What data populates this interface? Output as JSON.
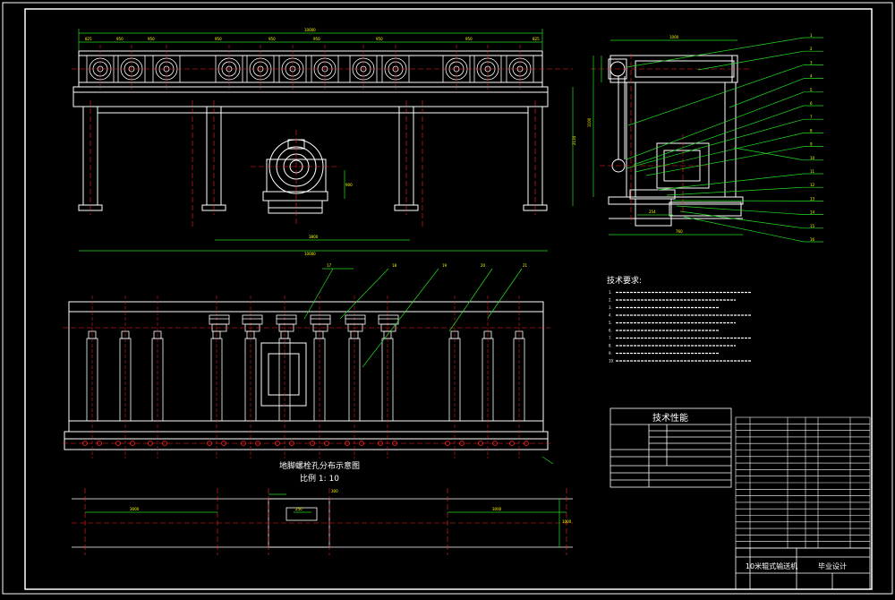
{
  "drawing": {
    "colors": {
      "background": "#000000",
      "line": "#ffffff",
      "center": "#ff2020",
      "dimension": "#22dd22",
      "dim_text": "#ffff00"
    },
    "section_titles": {
      "bolt_layout": "地脚螺栓孔分布示意图",
      "scale": "比例 1: 10"
    },
    "tech_requirements": {
      "title": "技术要求:",
      "items": [
        "1.",
        "2.",
        "3.",
        "4.",
        "5.",
        "6.",
        "7.",
        "8.",
        "9.",
        "10."
      ]
    },
    "performance_table": {
      "title": "技术性能"
    },
    "title_block": {
      "name": "10米辊式输送机",
      "type": "毕业设计"
    },
    "leader_labels": [
      "1",
      "2",
      "3",
      "4",
      "5",
      "6",
      "7",
      "8",
      "9",
      "10",
      "11",
      "12",
      "13",
      "14",
      "15",
      "16"
    ]
  }
}
